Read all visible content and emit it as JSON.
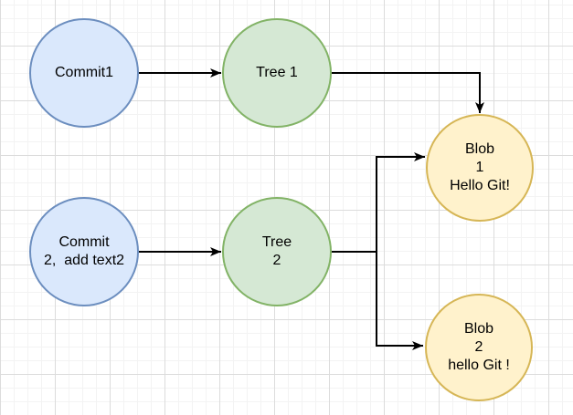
{
  "palette": {
    "canvas_background": "#ffffff",
    "grid_minor": "#f3f3f3",
    "grid_major": "#dcdcdc",
    "commit_fill": "#dae8fc",
    "commit_stroke": "#6c8ebf",
    "tree_fill": "#d5e8d4",
    "tree_stroke": "#82b366",
    "blob_fill": "#fff2cc",
    "blob_stroke": "#d6b656",
    "edge_color": "#000000",
    "text_color": "#000000"
  },
  "nodes": {
    "commit1": {
      "lines": [
        "Commit1"
      ]
    },
    "tree1": {
      "lines": [
        "Tree 1"
      ]
    },
    "blob1": {
      "lines": [
        "Blob",
        "1",
        "Hello Git!"
      ]
    },
    "commit2": {
      "lines": [
        "Commit",
        "2,  add text2"
      ]
    },
    "tree2": {
      "lines": [
        "Tree",
        "2"
      ]
    },
    "blob2": {
      "lines": [
        "Blob",
        "2",
        "hello Git !"
      ]
    }
  },
  "edges": [
    {
      "name": "commit1-to-tree1"
    },
    {
      "name": "tree1-to-blob1"
    },
    {
      "name": "commit2-to-tree2"
    },
    {
      "name": "tree2-to-blob1"
    },
    {
      "name": "tree2-to-blob2"
    }
  ]
}
